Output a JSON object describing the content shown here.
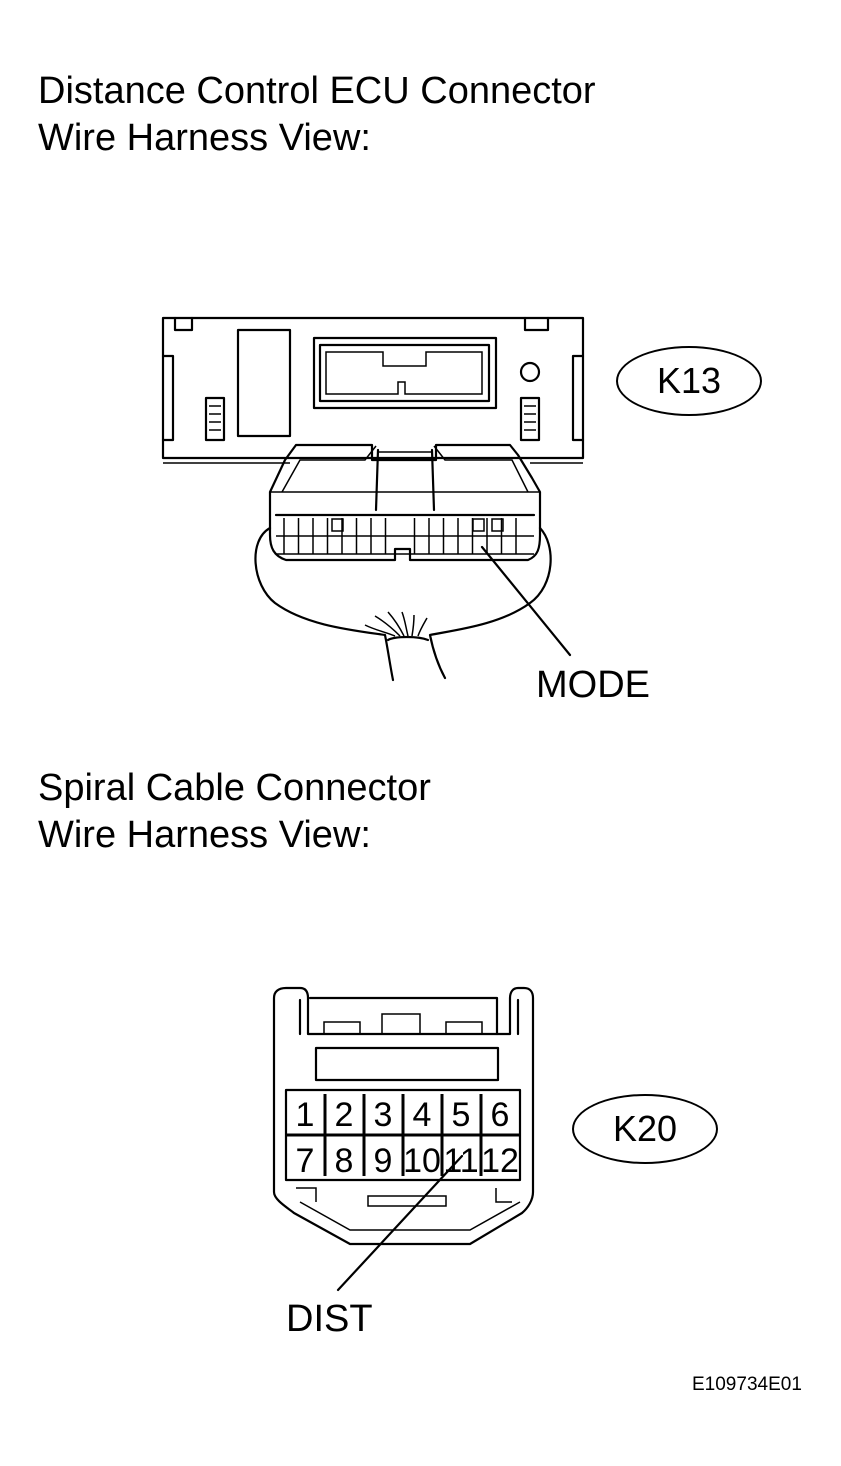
{
  "headings": [
    {
      "line1": "Distance Control ECU Connector",
      "line2": "Wire Harness View:"
    },
    {
      "line1": "Spiral Cable Connector",
      "line2": "Wire Harness View:"
    }
  ],
  "connectors": {
    "k13": {
      "code": "K13",
      "terminal_label": "MODE"
    },
    "k20": {
      "code": "K20",
      "terminal_label": "DIST",
      "pins": [
        "1",
        "2",
        "3",
        "4",
        "5",
        "6",
        "7",
        "8",
        "9",
        "10",
        "11",
        "12"
      ]
    }
  },
  "figure_ref": "E109734E01"
}
